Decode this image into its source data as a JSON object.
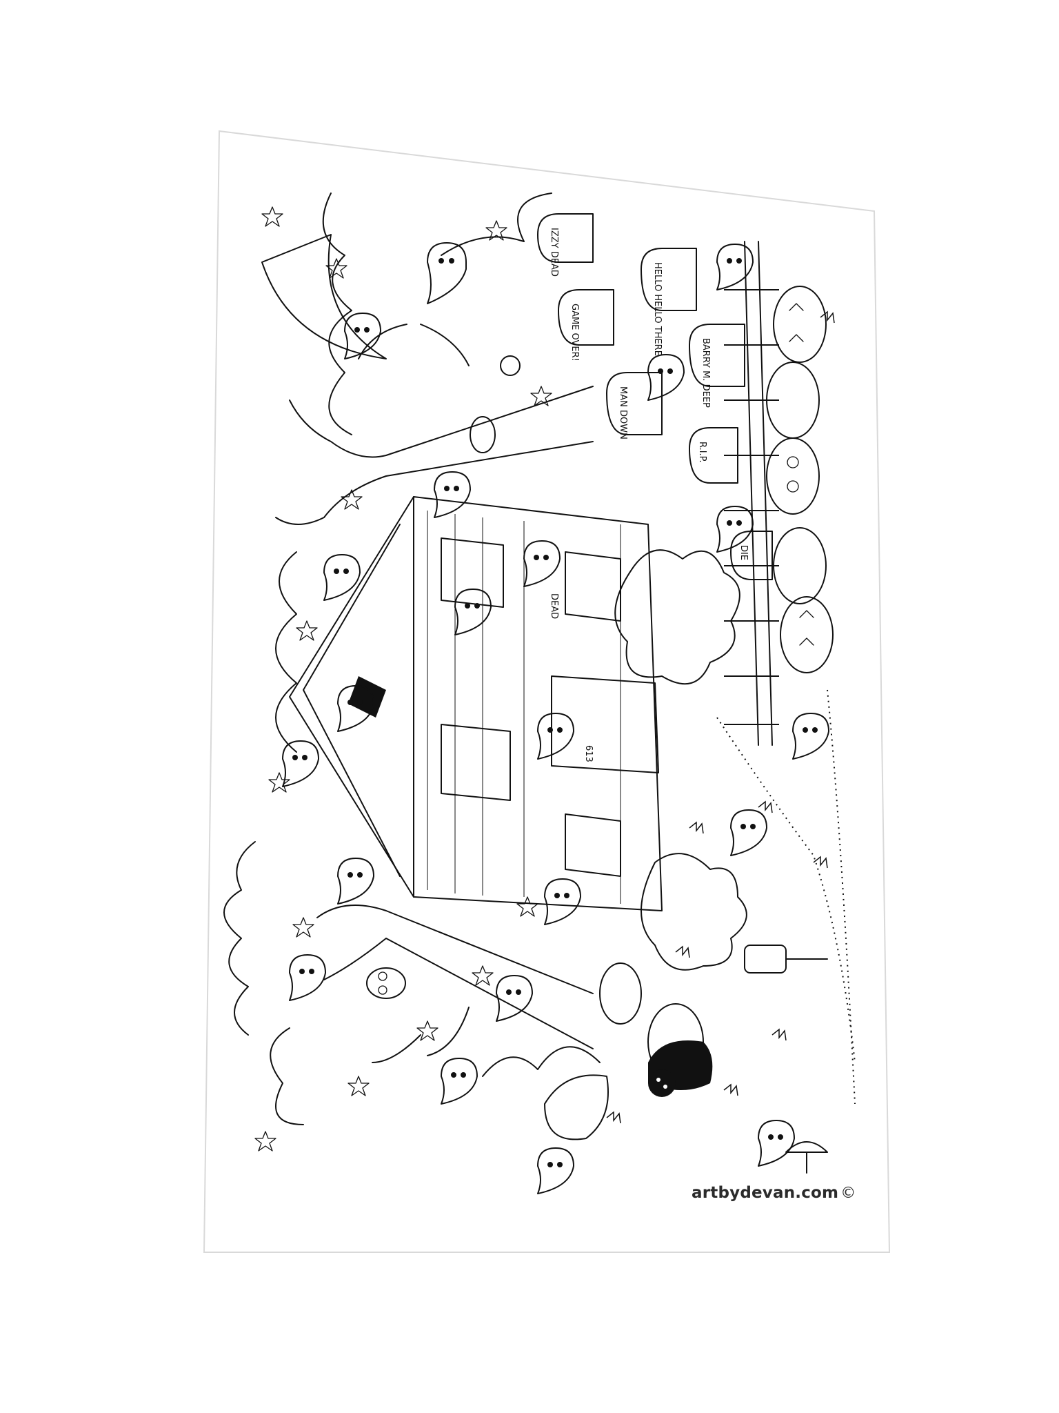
{
  "credit": {
    "site": "artbydevan.com",
    "copyright_symbol": "©"
  },
  "tombstones": [
    {
      "text": "IZZY DEAD"
    },
    {
      "text": "GAME OVER!"
    },
    {
      "text": "HELLO HELLO THERE"
    },
    {
      "text": "MAN DOWN"
    },
    {
      "text": "BARRY M. DEEP"
    },
    {
      "text": "R.I.P."
    },
    {
      "text": "DIE"
    }
  ],
  "house": {
    "number": "613",
    "sign": "DEAD"
  },
  "icons": {
    "ghost": "ghost-icon",
    "star": "star-icon",
    "pumpkin": "jack-o-lantern-icon",
    "cat": "black-cat-icon",
    "owl": "owl-icon"
  },
  "colors": {
    "ink": "#111111",
    "paper": "#ffffff",
    "credit_text": "#2b2b2b"
  }
}
